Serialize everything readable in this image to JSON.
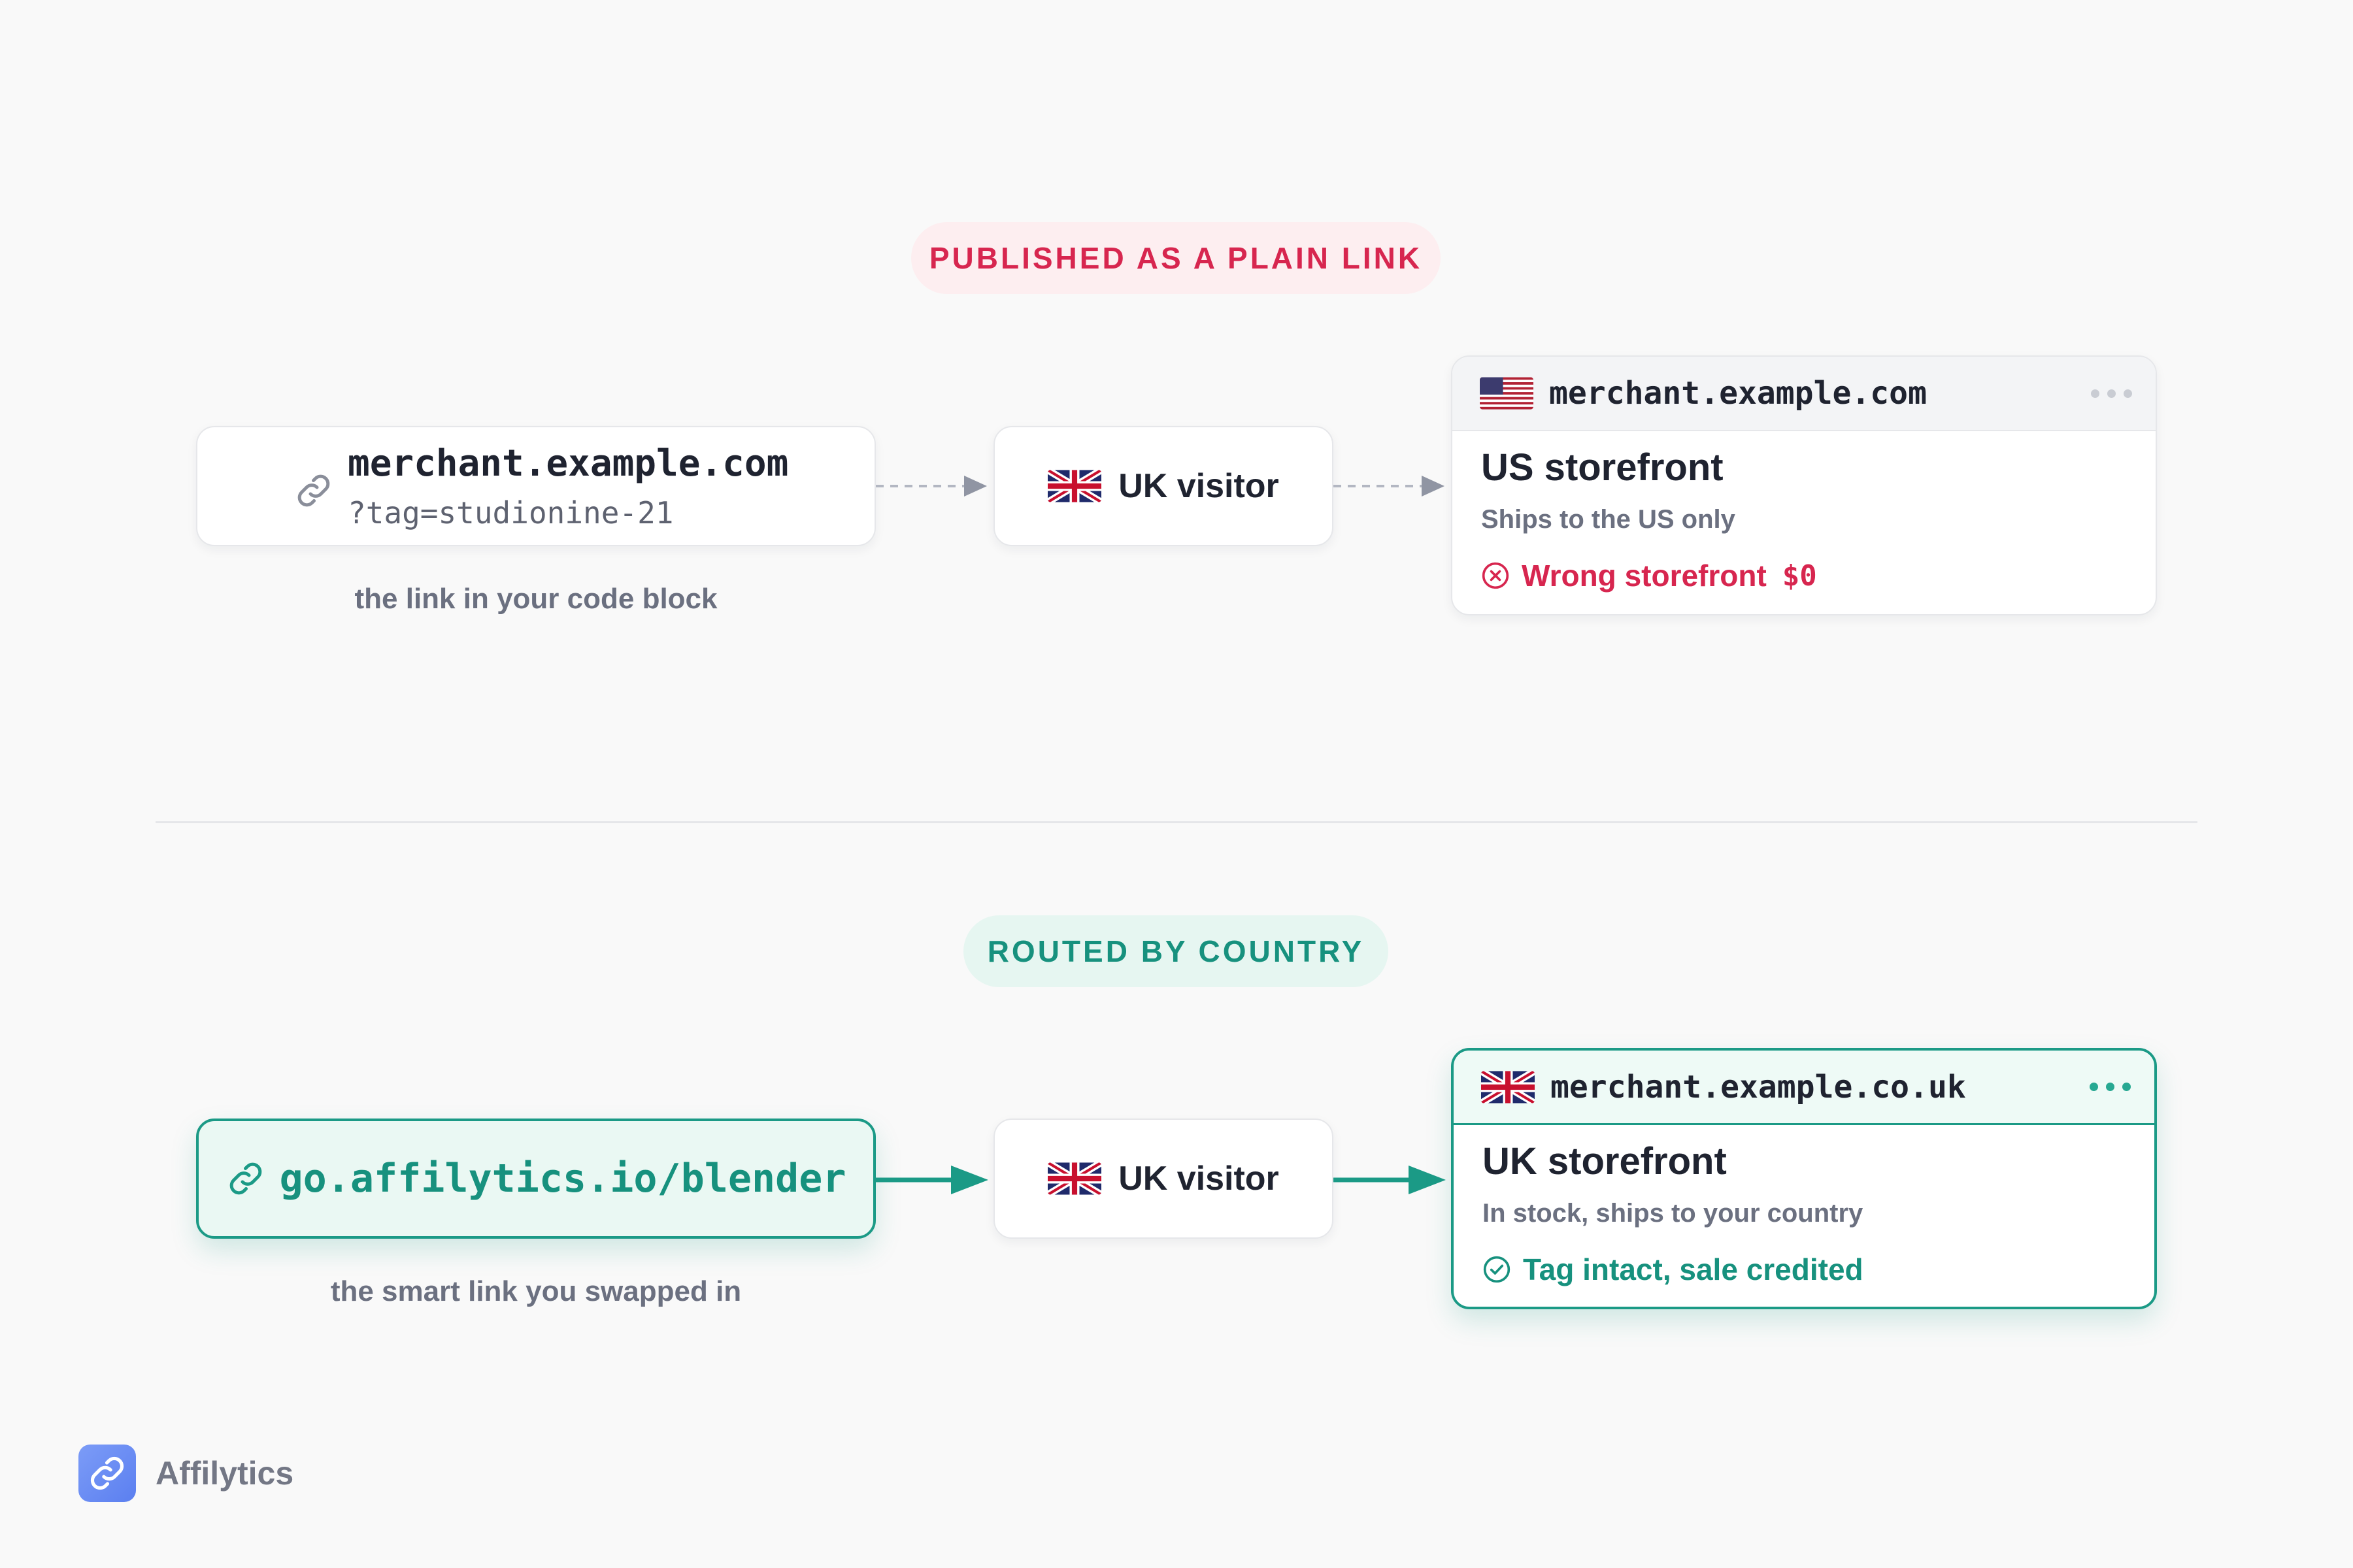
{
  "colors": {
    "background": "#f9f9f9",
    "error": "#d7264f",
    "success": "#17917e",
    "accent_teal": "#1b9a86",
    "muted_text": "#6b7080",
    "brand_blue": "#6a8cf4"
  },
  "plain_section": {
    "pill_label": "PUBLISHED AS A PLAIN LINK",
    "link": {
      "icon": "link-icon",
      "domain": "merchant.example.com",
      "query": "?tag=studionine-21",
      "caption": "the link in your code block"
    },
    "visitor": {
      "flag": "uk-flag-icon",
      "label": "UK visitor"
    },
    "arrows_style": "dashed-gray",
    "storefront": {
      "flag": "us-flag-icon",
      "url": "merchant.example.com",
      "title": "US storefront",
      "subtitle": "Ships to the US only",
      "status_icon": "x-circle-icon",
      "status_text": "Wrong storefront",
      "status_amount": "$0"
    }
  },
  "routed_section": {
    "pill_label": "ROUTED BY COUNTRY",
    "link": {
      "icon": "link-icon",
      "url": "go.affilytics.io/blender",
      "caption": "the smart link you swapped in"
    },
    "visitor": {
      "flag": "uk-flag-icon",
      "label": "UK visitor"
    },
    "arrows_style": "solid-teal",
    "storefront": {
      "flag": "uk-flag-icon",
      "url": "merchant.example.co.uk",
      "title": "UK storefront",
      "subtitle": "In stock, ships to your country",
      "status_icon": "check-circle-icon",
      "status_text": "Tag intact, sale credited"
    }
  },
  "brand": {
    "name": "Affilytics",
    "icon": "chain-link-logo-icon"
  }
}
